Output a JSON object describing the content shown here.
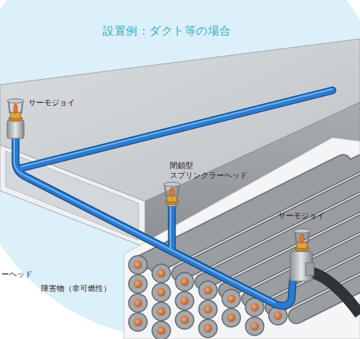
{
  "diagram": {
    "title": "設置例：ダクト等の場合",
    "labels": [
      "サーモジョイ",
      "閉鎖型 スプリンクラーヘッド",
      "サーモジョイ",
      "ーヘッド",
      "障害物（非可燃性）"
    ]
  }
}
